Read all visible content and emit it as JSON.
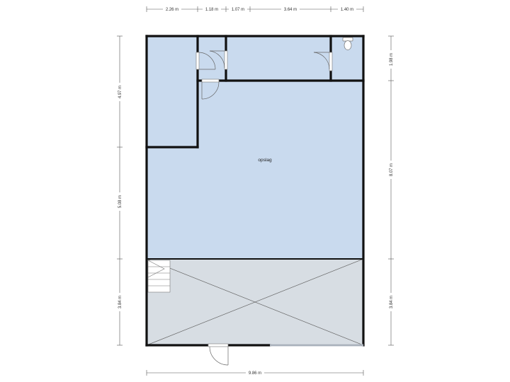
{
  "colors": {
    "room_fill": "#c9daee",
    "garage_fill": "#d7dde3",
    "wall": "#111111",
    "dimension_line": "#555555",
    "door_line": "#666666",
    "window_line": "#9aa4ae",
    "background": "#ffffff"
  },
  "rooms": {
    "main_label": "opslag"
  },
  "dimensions": {
    "top": [
      "2.26 m",
      "1.18 m",
      "1.07 m",
      "3.64 m",
      "1.40 m"
    ],
    "left": [
      "4.97 m",
      "5.08 m",
      "3.84 m"
    ],
    "right": [
      "1.98 m",
      "8.07 m",
      "3.84 m"
    ],
    "bottom": "9.86 m"
  },
  "icons": [
    "toilet-icon",
    "stairs-icon",
    "door-icon",
    "garage-door-icon"
  ]
}
